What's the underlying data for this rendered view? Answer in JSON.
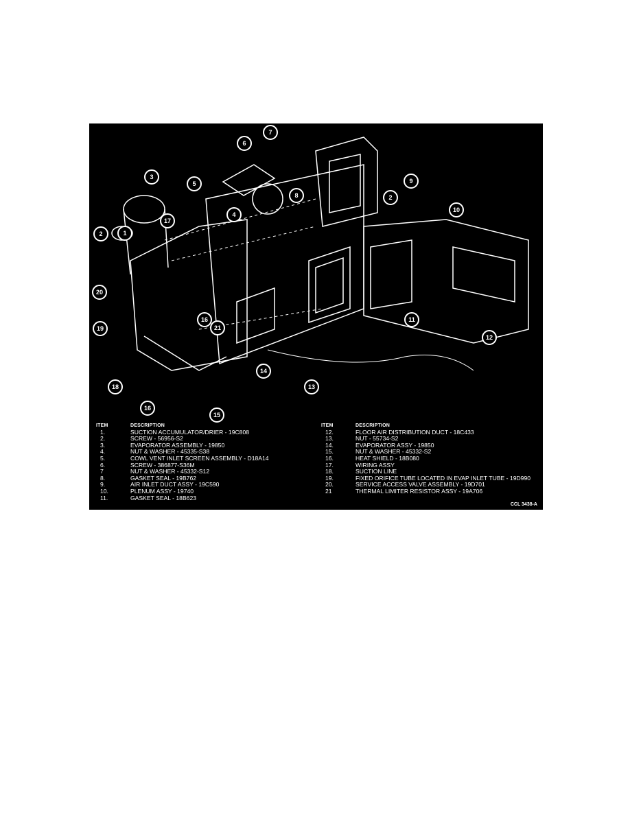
{
  "figure": {
    "reference_code": "CCL 3438-A",
    "callouts": [
      "7",
      "6",
      "3",
      "5",
      "9",
      "8",
      "2",
      "10",
      "4",
      "17",
      "2",
      "1",
      "20",
      "16",
      "21",
      "19",
      "11",
      "12",
      "14",
      "13",
      "18",
      "16",
      "15"
    ],
    "legend_header": {
      "item": "ITEM",
      "description": "DESCRIPTION"
    },
    "legend_left": [
      {
        "item": "1.",
        "description": "SUCTION ACCUMULATOR/DRIER - 19C808"
      },
      {
        "item": "2.",
        "description": "SCREW - 56956-S2"
      },
      {
        "item": "3.",
        "description": "EVAPORATOR ASSEMBLY - 19850"
      },
      {
        "item": "4.",
        "description": "NUT & WASHER - 45335-S38"
      },
      {
        "item": "5.",
        "description": "COWL VENT INLET SCREEN ASSEMBLY - D18A14"
      },
      {
        "item": "6.",
        "description": "SCREW - 386877-S36M"
      },
      {
        "item": "7",
        "description": "NUT & WASHER - 45332-S12"
      },
      {
        "item": "8.",
        "description": "GASKET SEAL - 19B762"
      },
      {
        "item": "9.",
        "description": "AIR INLET DUCT ASSY - 19C590"
      },
      {
        "item": "10.",
        "description": "PLENUM ASSY - 19740"
      },
      {
        "item": "11.",
        "description": "GASKET SEAL - 18B623"
      }
    ],
    "legend_right": [
      {
        "item": "12.",
        "description": "FLOOR AIR DISTRIBUTION DUCT - 18C433"
      },
      {
        "item": "13.",
        "description": "NUT - 55734-S2"
      },
      {
        "item": "14.",
        "description": "EVAPORATOR ASSY - 19850"
      },
      {
        "item": "15.",
        "description": "NUT & WASHER - 45332-S2"
      },
      {
        "item": "16.",
        "description": "HEAT SHIELD - 18B080"
      },
      {
        "item": "17.",
        "description": "WIRING ASSY"
      },
      {
        "item": "18.",
        "description": "SUCTION LINE"
      },
      {
        "item": "19.",
        "description": "FIXED ORIFICE TUBE LOCATED IN EVAP INLET TUBE - 19D990"
      },
      {
        "item": "20.",
        "description": "SERVICE ACCESS VALVE ASSEMBLY - 19D701"
      },
      {
        "item": "21",
        "description": "THERMAL LIMITER RESISTOR ASSY - 19A706"
      }
    ]
  }
}
